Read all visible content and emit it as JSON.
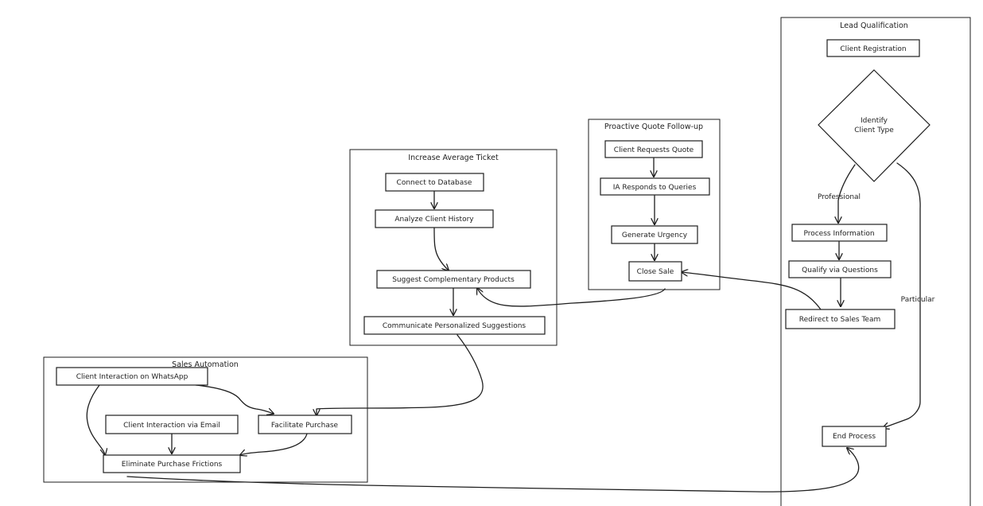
{
  "frames": {
    "lead_qualification": "Lead Qualification",
    "proactive_quote": "Proactive Quote Follow-up",
    "average_ticket": "Increase Average Ticket",
    "sales_automation": "Sales Automation"
  },
  "nodes": {
    "client_registration": "Client Registration",
    "identify_line1": "Identify",
    "identify_line2": "Client Type",
    "process_information": "Process Information",
    "qualify_questions": "Qualify via Questions",
    "redirect_sales": "Redirect to Sales Team",
    "end_process": "End Process",
    "client_requests_quote": "Client Requests Quote",
    "ia_responds": "IA Responds to Queries",
    "generate_urgency": "Generate Urgency",
    "close_sale": "Close Sale",
    "connect_database": "Connect to Database",
    "analyze_history": "Analyze Client History",
    "suggest_products": "Suggest Complementary Products",
    "communicate_suggestions": "Communicate Personalized Suggestions",
    "whatsapp": "Client Interaction on WhatsApp",
    "email": "Client Interaction via Email",
    "facilitate_purchase": "Facilitate Purchase",
    "eliminate_frictions": "Eliminate Purchase Frictions"
  },
  "edge_labels": {
    "professional": "Professional",
    "particular": "Particular"
  }
}
